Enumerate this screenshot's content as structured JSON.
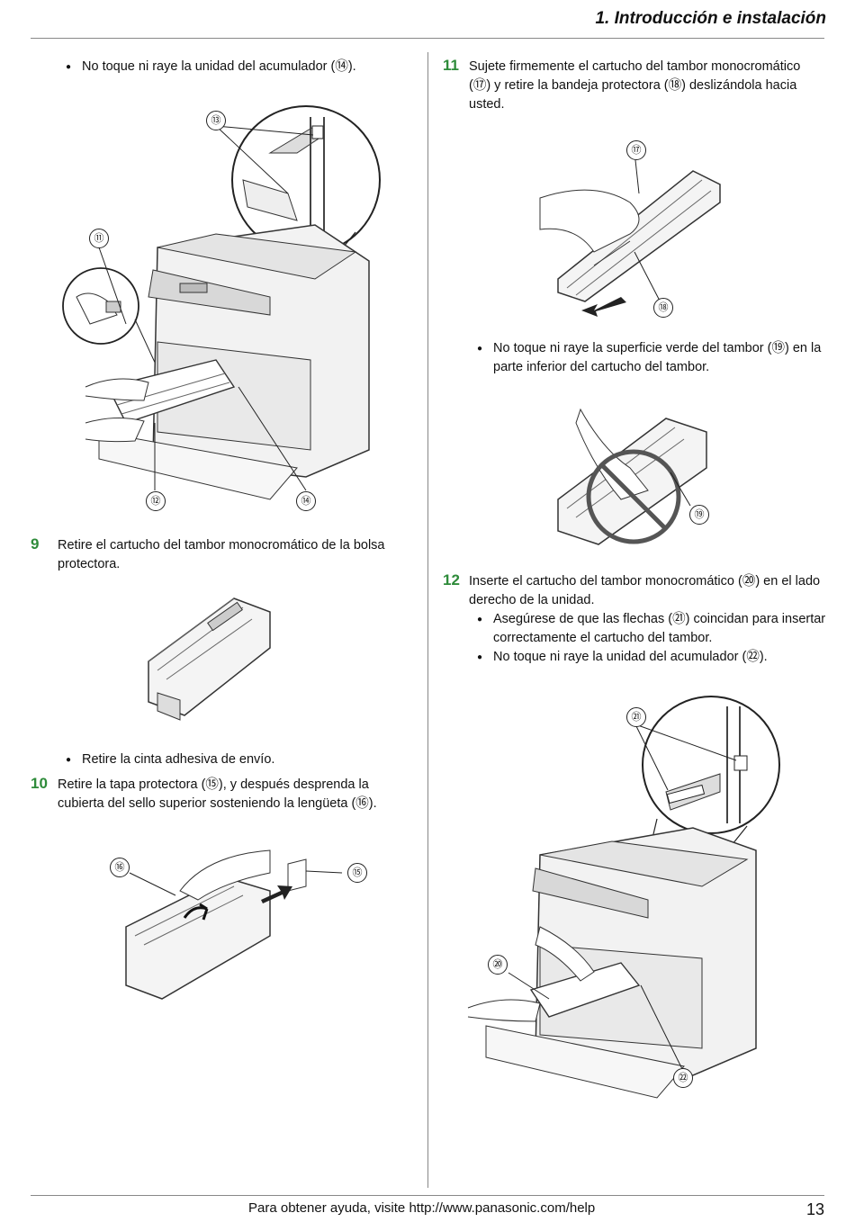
{
  "header": {
    "title": "1. Introducción e instalación"
  },
  "left": {
    "bullet_top": "No toque ni raye la unidad del acumulador (⑭).",
    "fig1_callouts": [
      "⑬",
      "⑪",
      "⑫",
      "⑭"
    ],
    "step9": {
      "num": "9",
      "line1": "Retire el cartucho del tambor monocromático de la bolsa",
      "line2": "protectora."
    },
    "bullet_tape": "Retire la cinta adhesiva de envío.",
    "step10": {
      "num": "10",
      "line1": "Retire la tapa protectora (⑮), y después desprenda la",
      "line2": "cubierta del sello superior sosteniendo la lengüeta (⑯)."
    },
    "fig3_callouts": [
      "⑯",
      "⑮"
    ]
  },
  "right": {
    "step11": {
      "num": "11",
      "line1": "Sujete firmemente el cartucho del tambor monocromático",
      "line2": "(⑰) y retire la bandeja protectora (⑱) deslizándola hacia",
      "line3": "usted."
    },
    "fig4_callouts": [
      "⑰",
      "⑱"
    ],
    "bullet_green_1": "No toque ni raye la superficie verde del tambor (⑲) en la",
    "bullet_green_2": "parte inferior del cartucho del tambor.",
    "fig5_callouts": [
      "⑲"
    ],
    "step12": {
      "num": "12",
      "line1": "Inserte el cartucho del tambor monocromático (⑳) en el lado",
      "line2": "derecho de la unidad."
    },
    "bullet_arrows_1": "Asegúrese de que las flechas (㉑) coincidan para insertar",
    "bullet_arrows_2": "correctamente el cartucho del tambor.",
    "bullet_acum": "No toque ni raye la unidad del acumulador (㉒).",
    "fig6_callouts": [
      "㉑",
      "⑳",
      "㉒"
    ]
  },
  "footer": {
    "help": "Para obtener ayuda, visite http://www.panasonic.com/help",
    "page": "13"
  }
}
